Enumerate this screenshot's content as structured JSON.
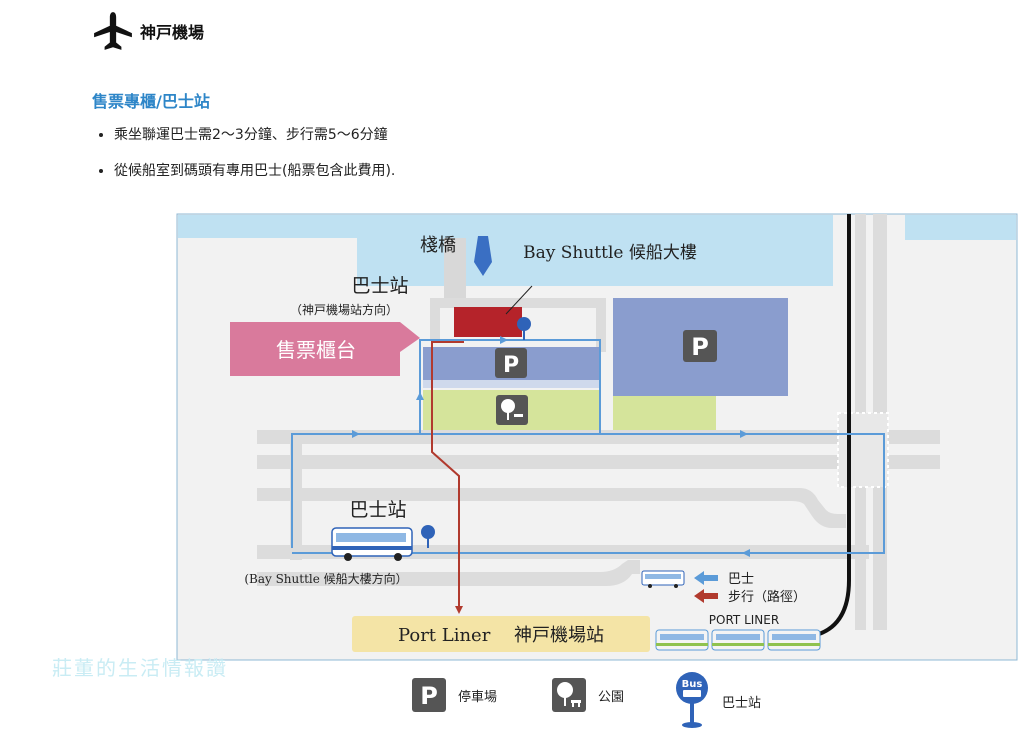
{
  "header": {
    "icon": "airplane-icon",
    "title": "神戸機場"
  },
  "subtitle": "售票專櫃/巴士站",
  "notes": [
    "乘坐聯運巴士需2～3分鐘、步行需5～6分鐘",
    "從候船室到碼頭有專用巴士(船票包含此費用)."
  ],
  "map": {
    "pier": "棧橋",
    "terminal": "Bay Shuttle 候船大樓",
    "bus_stop_top": "巴士站",
    "bus_stop_top_direction": "（神戸機場站方向）",
    "ticket_counter": "售票櫃台",
    "bus_stop_bottom": "巴士站",
    "bus_stop_bottom_direction": "(Bay Shuttle 候船大樓方向）",
    "station": "Port Liner　 神戸機場站",
    "port_liner_label": "PORT LINER",
    "route_bus": "巴士",
    "route_walk": "步行（路徑）",
    "bus_sign_text": "Bus",
    "colors": {
      "sea": "#bfe1f2",
      "road": "#dcdcdc",
      "parking": "#8a9dce",
      "park": "#d5e49b",
      "ticket": "#d97a9c",
      "terminal": "#b5232a",
      "bus_route": "#5b9bd8",
      "walk_route": "#b13a2e",
      "station": "#f4e4a6"
    }
  },
  "legend": {
    "parking": "停車場",
    "park": "公園",
    "bus_stop": "巴士站"
  },
  "watermark": "莊董的生活情報讚"
}
